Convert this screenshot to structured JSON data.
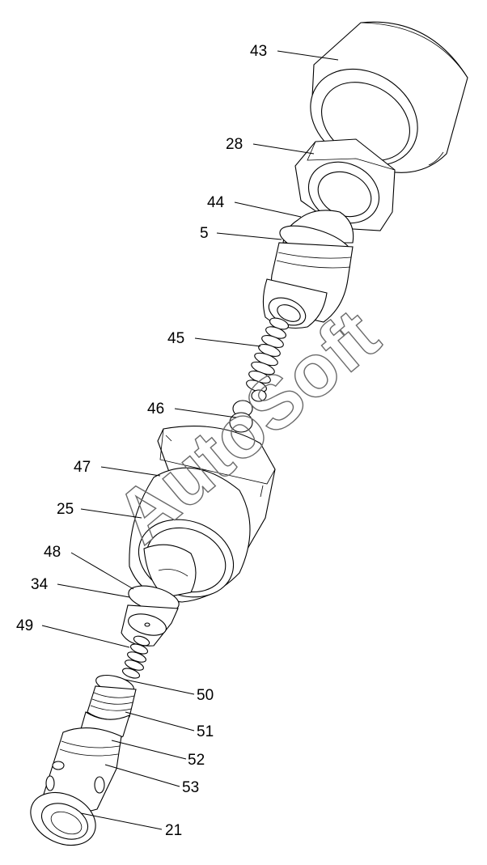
{
  "watermark": "AutoSoft",
  "callouts": [
    {
      "id": "43",
      "label": "43"
    },
    {
      "id": "28",
      "label": "28"
    },
    {
      "id": "44",
      "label": "44"
    },
    {
      "id": "5",
      "label": "5"
    },
    {
      "id": "45",
      "label": "45"
    },
    {
      "id": "46",
      "label": "46"
    },
    {
      "id": "47",
      "label": "47"
    },
    {
      "id": "25",
      "label": "25"
    },
    {
      "id": "48",
      "label": "48"
    },
    {
      "id": "34",
      "label": "34"
    },
    {
      "id": "49",
      "label": "49"
    },
    {
      "id": "50",
      "label": "50"
    },
    {
      "id": "51",
      "label": "51"
    },
    {
      "id": "52",
      "label": "52"
    },
    {
      "id": "53",
      "label": "53"
    },
    {
      "id": "21",
      "label": "21"
    }
  ]
}
